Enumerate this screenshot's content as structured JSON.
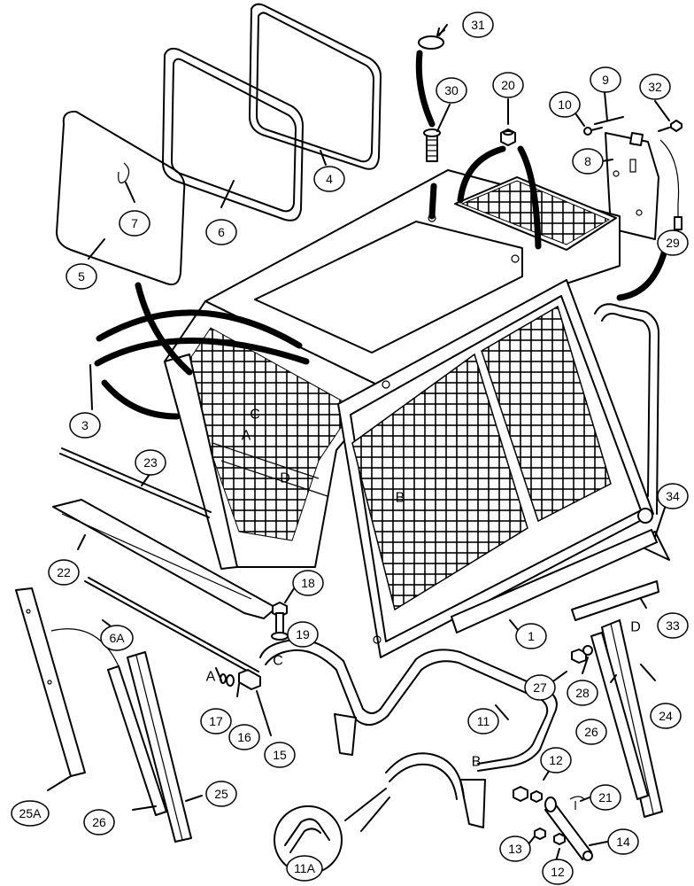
{
  "diagram": {
    "callouts": [
      "31",
      "30",
      "20",
      "10",
      "9",
      "32",
      "8",
      "29",
      "7",
      "6",
      "5",
      "4",
      "3",
      "23",
      "22",
      "6A",
      "18",
      "19",
      "17",
      "16",
      "15",
      "11",
      "27",
      "28",
      "26",
      "24",
      "34",
      "33",
      "1",
      "25A",
      "25",
      "12",
      "21",
      "13",
      "14",
      "11A"
    ],
    "letters": [
      "A",
      "B",
      "C",
      "D"
    ]
  }
}
